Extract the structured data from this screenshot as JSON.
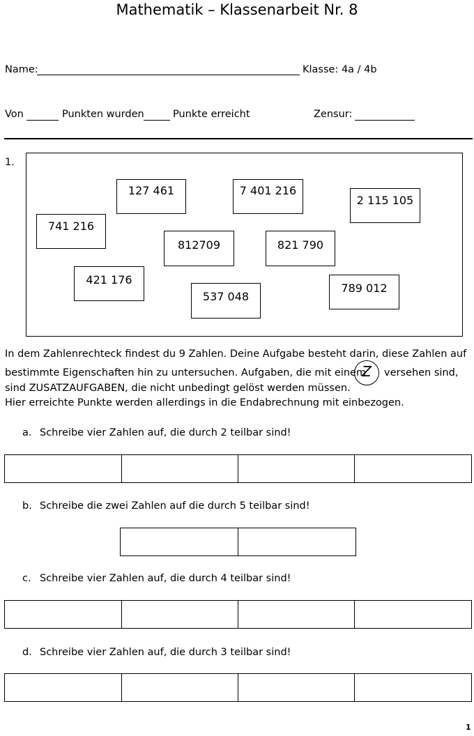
{
  "header": {
    "title": "Mathematik – Klassenarbeit Nr. 8",
    "name_label": "Name:",
    "klasse_label": "Klasse: 4a / 4b",
    "von_label": "Von",
    "punkten_wurden_label": "Punkten wurden",
    "punkte_erreicht_label": "Punkte erreicht",
    "zensur_label": "Zensur:"
  },
  "task1": {
    "number": "1.",
    "numbers": [
      "127 461",
      "7 401 216",
      "2 115 105",
      "741 216",
      "812709",
      "821 790",
      "421 176",
      "537 048",
      "789 012"
    ]
  },
  "instructions": {
    "line1": "In dem Zahlenrechteck findest du  9 Zahlen. Deine Aufgabe besteht darin, diese Zahlen auf",
    "line2a": "bestimmte Eigenschaften hin zu untersuchen. Aufgaben, die mit einem",
    "z_symbol": "Z",
    "line2b": "versehen sind,",
    "line3": "sind ZUSATZAUFGABEN, die nicht unbedingt gelöst werden müssen.",
    "line4": "Hier erreichte Punkte werden allerdings in die Endabrechnung mit einbezogen."
  },
  "subtasks": [
    {
      "letter": "a.",
      "text": "Schreibe vier Zahlen auf, die durch 2 teilbar sind!",
      "answer_cells": 4
    },
    {
      "letter": "b.",
      "text": "Schreibe die zwei Zahlen auf die durch 5 teilbar sind!",
      "answer_cells": 2
    },
    {
      "letter": "c.",
      "text": "Schreibe vier Zahlen auf, die durch 4 teilbar sind!",
      "answer_cells": 4
    },
    {
      "letter": "d.",
      "text": "Schreibe vier Zahlen auf, die durch 3 teilbar sind!",
      "answer_cells": 4
    }
  ],
  "footer": {
    "page_number": "1"
  }
}
